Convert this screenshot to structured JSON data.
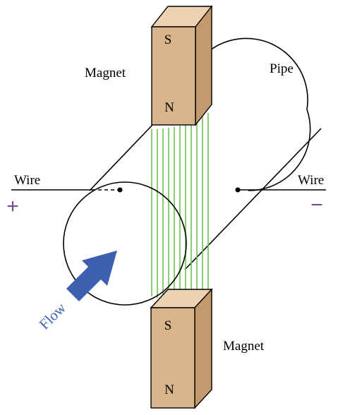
{
  "labels": {
    "magnet_top": "Magnet",
    "magnet_bottom": "Magnet",
    "pipe": "Pipe",
    "wire_left": "Wire",
    "wire_right": "Wire",
    "plus": "+",
    "minus": "−",
    "flow": "Flow"
  },
  "magnet_top": {
    "pole_top": "S",
    "pole_bottom": "N"
  },
  "magnet_bottom": {
    "pole_top": "S",
    "pole_bottom": "N"
  },
  "colors": {
    "magnet_front": "#d8b48a",
    "magnet_side": "#c29a6e",
    "magnet_top": "#ecd2b0",
    "field_lines": "#6fbf4f",
    "flow_arrow": "#3f5fb0",
    "terminal_sign": "#7a4a9a",
    "outline": "#000000"
  },
  "icons": {
    "flow_arrow": "arrow-icon",
    "electrode": "dot-icon"
  }
}
